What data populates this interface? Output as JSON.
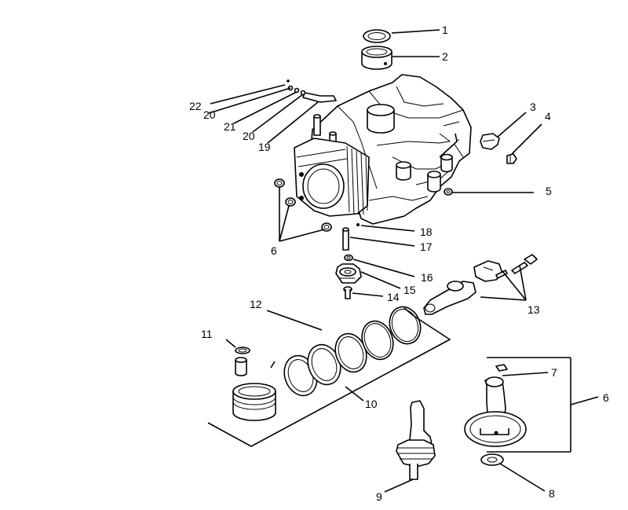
{
  "callouts": {
    "c1": "1",
    "c2": "2",
    "c3": "3",
    "c4": "4",
    "c5": "5",
    "c6a": "6",
    "c6b": "6",
    "c7": "7",
    "c8": "8",
    "c9": "9",
    "c10": "10",
    "c11": "11",
    "c12": "12",
    "c13": "13",
    "c14": "14",
    "c15": "15",
    "c16": "16",
    "c17": "17",
    "c18": "18",
    "c19": "19",
    "c20a": "20",
    "c20b": "20",
    "c21": "21",
    "c22": "22"
  }
}
